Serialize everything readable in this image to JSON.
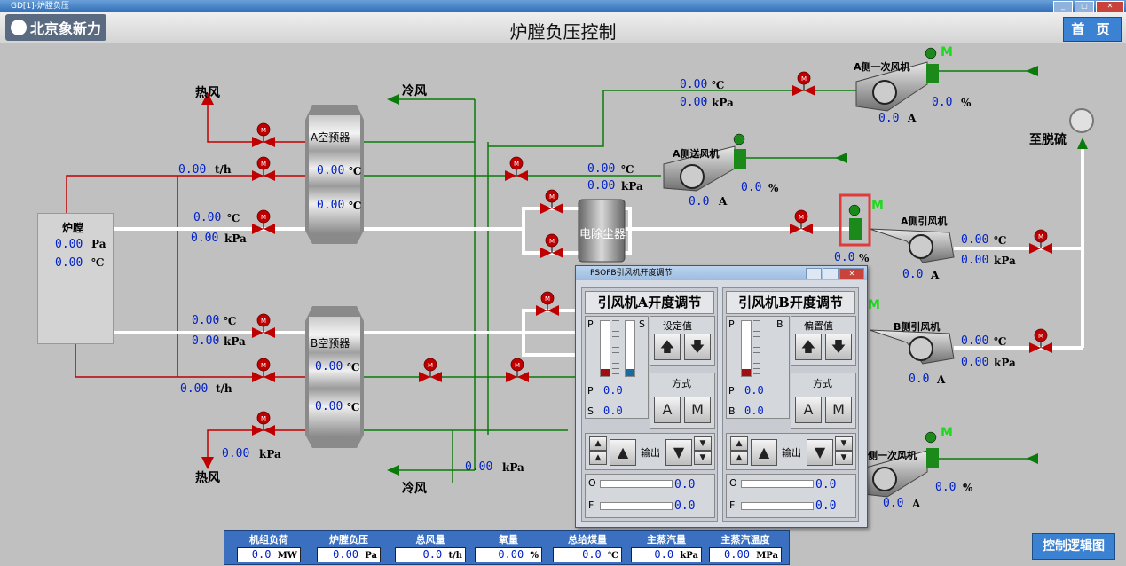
{
  "window": {
    "title": "GD[1]-炉膛负压"
  },
  "header": {
    "logo": "北京象新力",
    "title": "炉膛负压控制",
    "home_button": "首 页"
  },
  "furnace": {
    "label": "炉膛",
    "pressure": "0.00",
    "pressure_unit": "Pa",
    "temp": "0.00",
    "temp_unit": "℃"
  },
  "labels": {
    "hot_air_top": "热风",
    "cold_air_top": "冷风",
    "hot_air_bottom": "热风",
    "cold_air_bottom": "冷风",
    "preheater_a": "A空预器",
    "preheater_b": "B空预器",
    "esp": "电除尘器",
    "to_fgd": "至脱硫"
  },
  "fans": {
    "a_primary": {
      "label": "A侧一次风机",
      "current": "0.0",
      "current_unit": "A",
      "opening": "0.0",
      "opening_unit": "%"
    },
    "a_forced": {
      "label": "A侧送风机",
      "current": "0.0",
      "current_unit": "A",
      "opening": "0.0",
      "opening_unit": "%"
    },
    "a_induced": {
      "label": "A侧引风机",
      "current": "0.0",
      "current_unit": "A",
      "opening": "0.0",
      "opening_unit": "%"
    },
    "b_induced": {
      "label": "B侧引风机",
      "current": "0.0",
      "current_unit": "A"
    },
    "b_primary": {
      "label": "侧一次风机",
      "current": "0.0",
      "current_unit": "A",
      "opening": "0.0",
      "opening_unit": "%"
    }
  },
  "motor_m": "M",
  "readings": {
    "a_top_flow": {
      "value": "0.00",
      "unit": "t/h"
    },
    "a_in_temp": {
      "value": "0.00",
      "unit": "℃"
    },
    "a_in_press": {
      "value": "0.00",
      "unit": "kPa"
    },
    "ph_a_temp1": {
      "value": "0.00",
      "unit": "℃"
    },
    "ph_a_temp2": {
      "value": "0.00",
      "unit": "℃"
    },
    "a_pri_temp": {
      "value": "0.00",
      "unit": "℃"
    },
    "a_pri_press": {
      "value": "0.00",
      "unit": "kPa"
    },
    "a_fd_temp": {
      "value": "0.00",
      "unit": "℃"
    },
    "a_fd_press": {
      "value": "0.00",
      "unit": "kPa"
    },
    "a_id_temp": {
      "value": "0.00",
      "unit": "℃"
    },
    "a_id_press": {
      "value": "0.00",
      "unit": "kPa"
    },
    "b_in_temp": {
      "value": "0.00",
      "unit": "℃"
    },
    "b_in_press": {
      "value": "0.00",
      "unit": "kPa"
    },
    "ph_b_temp1": {
      "value": "0.00",
      "unit": "℃"
    },
    "ph_b_temp2": {
      "value": "0.00",
      "unit": "℃"
    },
    "b_bot_flow": {
      "value": "0.00",
      "unit": "t/h"
    },
    "hot_bot_press": {
      "value": "0.00",
      "unit": "kPa"
    },
    "cold_bot_press": {
      "value": "0.00",
      "unit": "kPa"
    },
    "b_id_temp": {
      "value": "0.00",
      "unit": "℃"
    },
    "b_id_press": {
      "value": "0.00",
      "unit": "kPa"
    }
  },
  "dialog": {
    "title": "PSOFB引风机开度调节",
    "panel_a": {
      "header": "引风机A开度调节",
      "bar_left": "P",
      "bar_right": "S",
      "setpoint_label": "设定值",
      "mode_label": "方式",
      "mode_a": "A",
      "mode_m": "M",
      "p_label": "P",
      "p_value": "0.0",
      "s_label": "S",
      "s_value": "0.0",
      "output_label": "输出",
      "o_label": "O",
      "o_value": "0.0",
      "f_label": "F",
      "f_value": "0.0"
    },
    "panel_b": {
      "header": "引风机B开度调节",
      "bar_left": "P",
      "bar_right": "B",
      "setpoint_label": "偏置值",
      "mode_label": "方式",
      "mode_a": "A",
      "mode_m": "M",
      "p_label": "P",
      "p_value": "0.0",
      "s_label": "B",
      "s_value": "0.0",
      "output_label": "输出",
      "o_label": "O",
      "o_value": "0.0",
      "f_label": "F",
      "f_value": "0.0"
    },
    "up_arrow": "▲",
    "down_arrow": "▼",
    "big_up": "🡅",
    "big_down": "🡇"
  },
  "bottom_bar": [
    {
      "label": "机组负荷",
      "value": "0.0",
      "unit": "MW"
    },
    {
      "label": "炉膛负压",
      "value": "0.00",
      "unit": "Pa"
    },
    {
      "label": "总风量",
      "value": "0.0",
      "unit": "t/h"
    },
    {
      "label": "氧量",
      "value": "0.00",
      "unit": "%"
    },
    {
      "label": "总给煤量",
      "value": "0.0",
      "unit": "℃"
    },
    {
      "label": "主蒸汽量",
      "value": "0.0",
      "unit": "kPa"
    },
    {
      "label": "主蒸汽温度",
      "value": "0.00",
      "unit": "MPa"
    }
  ],
  "logic_button": "控制逻辑图",
  "colors": {
    "red_pipe": "#c00000",
    "green_pipe": "#0a7a0a",
    "white_duct": "#ffffff",
    "value_blue": "#0020c8"
  }
}
